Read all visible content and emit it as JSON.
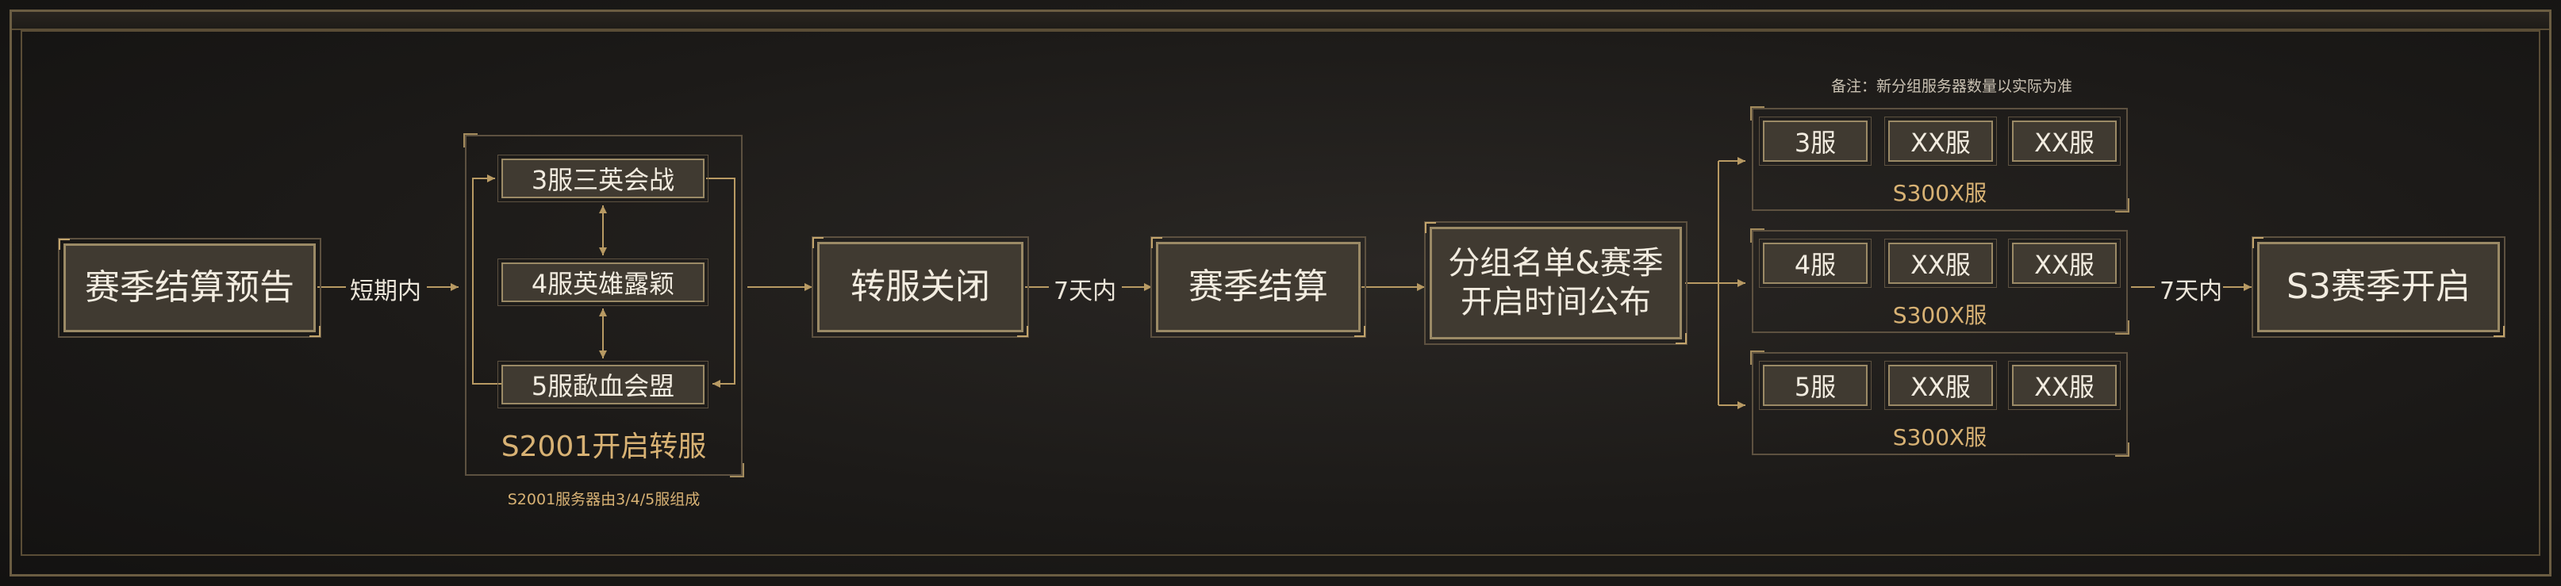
{
  "nodes": {
    "preview": "赛季结算预告",
    "server_battle_3": "3服三英会战",
    "server_heroes_4": "4服英雄露颖",
    "server_blood_5": "5服歃血会盟",
    "transfer_close": "转服关闭",
    "season_settlement": "赛季结算",
    "group_list_line1": "分组名单&赛季",
    "group_list_line2": "开启时间公布",
    "s3_open": "S3赛季开启"
  },
  "edges": {
    "short_term": "短期内",
    "seven_days_1": "7天内",
    "seven_days_2": "7天内"
  },
  "s2001_group": {
    "title": "S2001开启转服",
    "caption": "S2001服务器由3/4/5服组成"
  },
  "note": "备注：新分组服务器数量以实际为准",
  "server_groups": [
    {
      "servers": [
        "3服",
        "XX服",
        "XX服"
      ],
      "label": "S300X服"
    },
    {
      "servers": [
        "4服",
        "XX服",
        "XX服"
      ],
      "label": "S300X服"
    },
    {
      "servers": [
        "5服",
        "XX服",
        "XX服"
      ],
      "label": "S300X服"
    }
  ],
  "colors": {
    "background": "#1c1a18",
    "box_fill": "#403a31",
    "box_border": "#9b8a66",
    "accent_gold": "#d8b274",
    "arrow": "#b89a63"
  }
}
